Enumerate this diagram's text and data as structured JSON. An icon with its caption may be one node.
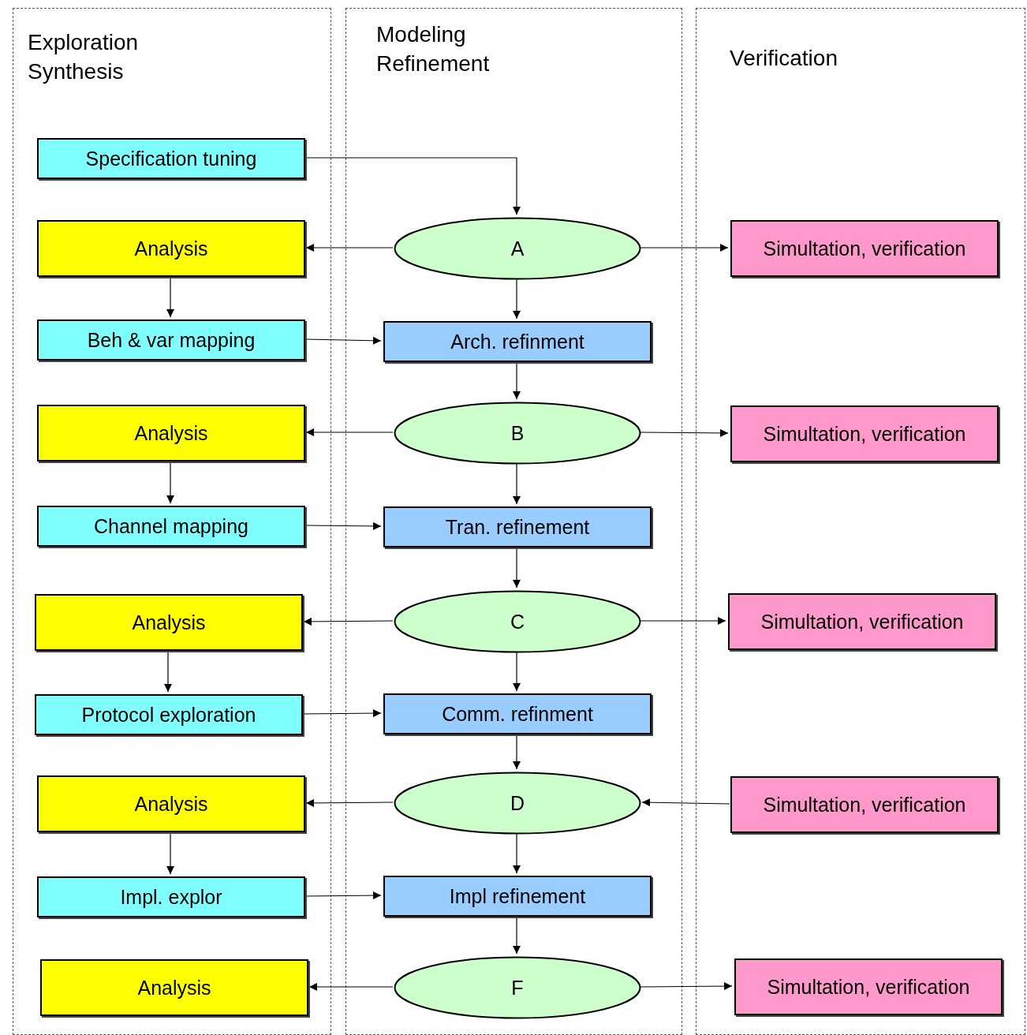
{
  "diagram": {
    "nodes": [
      {
        "text": [
          "Exploration Synthesis"
        ]
      },
      {
        "text": [
          "Specification tuning"
        ],
        "in": 0
      },
      {
        "text": [
          "Analysis"
        ],
        "in": 0
      },
      {
        "text": [
          "Beh & var mapping"
        ],
        "in": 0
      },
      {
        "text": [
          "Analysis"
        ],
        "in": 0
      },
      {
        "text": [
          "Channel mapping"
        ],
        "in": 0
      },
      {
        "text": [
          "Analysis"
        ],
        "in": 0
      },
      {
        "text": [
          "Protocol exploration"
        ],
        "in": 0
      },
      {
        "text": [
          "Analysis"
        ],
        "in": 0
      },
      {
        "text": [
          "Impl. explor"
        ],
        "in": 0
      },
      {
        "text": [
          "Analysis"
        ],
        "in": 0
      },
      {
        "text": [
          "Modeling Refinement"
        ]
      },
      {
        "text": [
          "A"
        ],
        "in": 11
      },
      {
        "text": [
          "Arch. refinment"
        ],
        "in": 11
      },
      {
        "text": [
          "B"
        ],
        "in": 11
      },
      {
        "text": [
          "Tran. refinement"
        ],
        "in": 11
      },
      {
        "text": [
          "C"
        ],
        "in": 11
      },
      {
        "text": [
          "Comm. refinment"
        ],
        "in": 11
      },
      {
        "text": [
          "D"
        ],
        "in": 11
      },
      {
        "text": [
          "Impl refinement"
        ],
        "in": 11
      },
      {
        "text": [
          "F"
        ],
        "in": 11
      },
      {
        "text": [
          "Verification"
        ]
      },
      {
        "text": [
          "Simultation, verification"
        ],
        "in": 21
      },
      {
        "text": [
          "Simultation, verification"
        ],
        "in": 21
      },
      {
        "text": [
          "Simultation, verification"
        ],
        "in": 21
      },
      {
        "text": [
          "Simultation, verification"
        ],
        "in": 21
      },
      {
        "text": [
          "Simultation, verification"
        ],
        "in": 21
      }
    ],
    "edges": [
      {
        "from": 1,
        "to": 12,
        "arrow": "to"
      },
      {
        "from": 12,
        "to": 2,
        "arrow": "to"
      },
      {
        "from": 12,
        "to": 22,
        "arrow": "to"
      },
      {
        "from": 12,
        "to": 13,
        "arrow": "to"
      },
      {
        "from": 2,
        "to": 3,
        "arrow": "to"
      },
      {
        "from": 3,
        "to": 13,
        "arrow": "to"
      },
      {
        "from": 13,
        "to": 14,
        "arrow": "to"
      },
      {
        "from": 14,
        "to": 4,
        "arrow": "to"
      },
      {
        "from": 14,
        "to": 23,
        "arrow": "to"
      },
      {
        "from": 14,
        "to": 15,
        "arrow": "to"
      },
      {
        "from": 4,
        "to": 5,
        "arrow": "to"
      },
      {
        "from": 5,
        "to": 15,
        "arrow": "to"
      },
      {
        "from": 15,
        "to": 16,
        "arrow": "to"
      },
      {
        "from": 16,
        "to": 6,
        "arrow": "to"
      },
      {
        "from": 16,
        "to": 24,
        "arrow": "to"
      },
      {
        "from": 16,
        "to": 17,
        "arrow": "to"
      },
      {
        "from": 6,
        "to": 7,
        "arrow": "to"
      },
      {
        "from": 7,
        "to": 17,
        "arrow": "to"
      },
      {
        "from": 17,
        "to": 18,
        "arrow": "to"
      },
      {
        "from": 18,
        "to": 8,
        "arrow": "to"
      },
      {
        "from": 25,
        "to": 18,
        "arrow": "to"
      },
      {
        "from": 18,
        "to": 19,
        "arrow": "to"
      },
      {
        "from": 8,
        "to": 9,
        "arrow": "to"
      },
      {
        "from": 9,
        "to": 19,
        "arrow": "to"
      },
      {
        "from": 19,
        "to": 20,
        "arrow": "to"
      },
      {
        "from": 20,
        "to": 10,
        "arrow": "to"
      },
      {
        "from": 20,
        "to": 26,
        "arrow": "to"
      }
    ]
  }
}
